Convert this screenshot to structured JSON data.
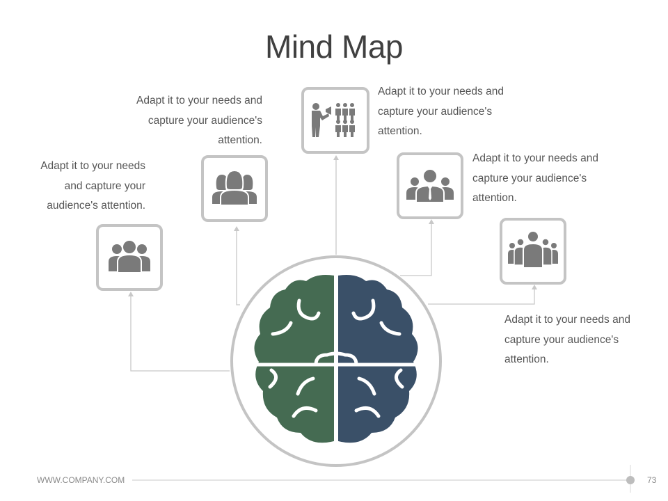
{
  "title": "Mind Map",
  "captions": {
    "far_left": "Adapt it to your needs\nand capture your\naudience's attention.",
    "mid_left": "Adapt it to your needs and\ncapture your audience's\nattention.",
    "center": "Adapt it to your needs and\ncapture your audience's\nattention.",
    "mid_right": "Adapt it to your needs and\ncapture your audience's\nattention.",
    "far_right": "Adapt it to your needs and\ncapture your audience's\nattention."
  },
  "icons": {
    "far_left": "team-group-icon",
    "mid_left": "women-group-icon",
    "center": "speaker-audience-icon",
    "mid_right": "business-team-icon",
    "far_right": "crowd-icon"
  },
  "colors": {
    "brain_left": "#456b52",
    "brain_right": "#3a5068",
    "icon_gray": "#7a7a7a",
    "border_gray": "#c4c4c4",
    "text": "#555555"
  },
  "footer": {
    "url": "WWW.COMPANY.COM",
    "page_number": "73"
  }
}
